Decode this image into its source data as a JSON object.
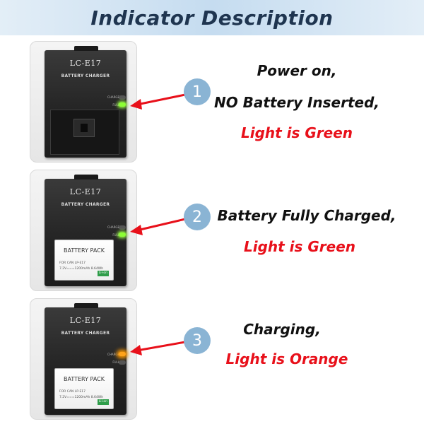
{
  "header": {
    "title": "Indicator Description"
  },
  "colors": {
    "banner_text": "#1f3550",
    "circle": "#8ab4d4",
    "highlight": "#e8101a",
    "arrow": "#e8101a",
    "led_green": "#8cff34",
    "led_orange": "#ffa31a"
  },
  "charger": {
    "model": "LC-E17",
    "subtitle": "BATTERY CHARGER",
    "charge_label": "CHARGE",
    "full_label": "FULL"
  },
  "battery": {
    "title": "BATTERY PACK",
    "line1": "FOR CAN LP-E17",
    "line2": "7.2V===1200mAh 8.64Wh",
    "tag": "Li-ion"
  },
  "steps": [
    {
      "number": "1",
      "line1": "Power on,",
      "line2": "NO Battery Inserted,",
      "status": "Light is Green",
      "led": "green",
      "led_position": "full",
      "battery_inserted": false
    },
    {
      "number": "2",
      "line1": "Battery Fully Charged,",
      "status": "Light is Green",
      "led": "green",
      "led_position": "full",
      "battery_inserted": true
    },
    {
      "number": "3",
      "line1": "Charging,",
      "status": "Light is Orange",
      "led": "orange",
      "led_position": "charge",
      "battery_inserted": true
    }
  ]
}
